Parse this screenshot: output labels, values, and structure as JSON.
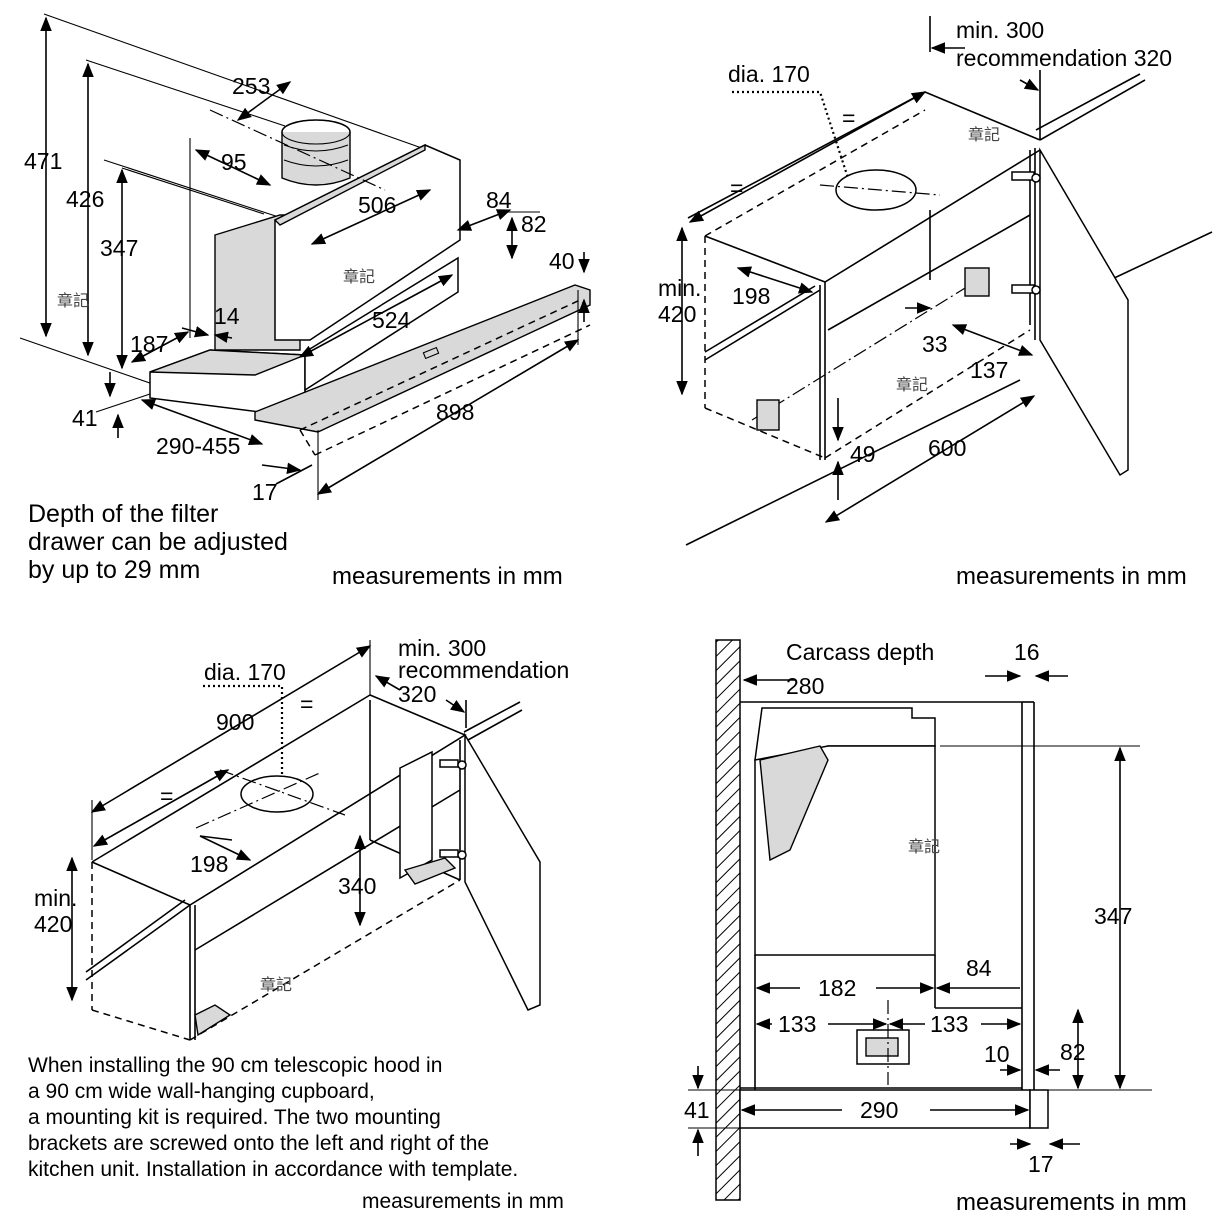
{
  "panels": {
    "top_left": {
      "dimensions": [
        "471",
        "426",
        "347",
        "253",
        "95",
        "506",
        "84",
        "82",
        "40",
        "524",
        "14",
        "187",
        "41",
        "290-455",
        "898",
        "17"
      ],
      "note_lines": [
        "Depth of the filter",
        "drawer can be adjusted",
        "by up to 29 mm"
      ],
      "unit_label": "measurements in mm",
      "watermarks": [
        "章記",
        "章記"
      ]
    },
    "top_right": {
      "dimensions": {
        "min300": "min. 300",
        "rec320": "recommendation 320",
        "dia": "dia. 170",
        "eq1": "=",
        "eq2": "=",
        "min": "min.",
        "h420": "420",
        "d198": "198",
        "d33": "33",
        "d137": "137",
        "d49": "49",
        "d600": "600"
      },
      "unit_label": "measurements in mm",
      "watermarks": [
        "章記",
        "章記"
      ]
    },
    "bottom_left": {
      "dimensions": {
        "dia": "dia. 170",
        "min300": "min. 300",
        "rec": "recommendation",
        "rec320": "320",
        "d900": "900",
        "eq1": "=",
        "eq2": "=",
        "d198": "198",
        "min": "min.",
        "h420": "420",
        "d340": "340"
      },
      "note_lines": [
        "When installing the 90 cm telescopic hood in",
        "a 90 cm wide wall-hanging cupboard,",
        "a mounting kit is required. The two mounting",
        "brackets are screwed onto the left and right of the",
        "kitchen unit. Installation in accordance with template."
      ],
      "unit_label": "measurements in mm",
      "watermarks": [
        "章記"
      ]
    },
    "bottom_right": {
      "dimensions": {
        "carcass": "Carcass depth",
        "d280": "280",
        "d16": "16",
        "d347": "347",
        "d182": "182",
        "d84": "84",
        "d133a": "133",
        "d133b": "133",
        "d82": "82",
        "d10": "10",
        "d41": "41",
        "d290": "290",
        "d17": "17"
      },
      "unit_label": "measurements in mm",
      "watermarks": [
        "章記"
      ]
    }
  },
  "colors": {
    "line": "#000000",
    "shade_light": "#d9d9d9",
    "shade_dark": "#bfbfbf",
    "background": "#ffffff"
  }
}
